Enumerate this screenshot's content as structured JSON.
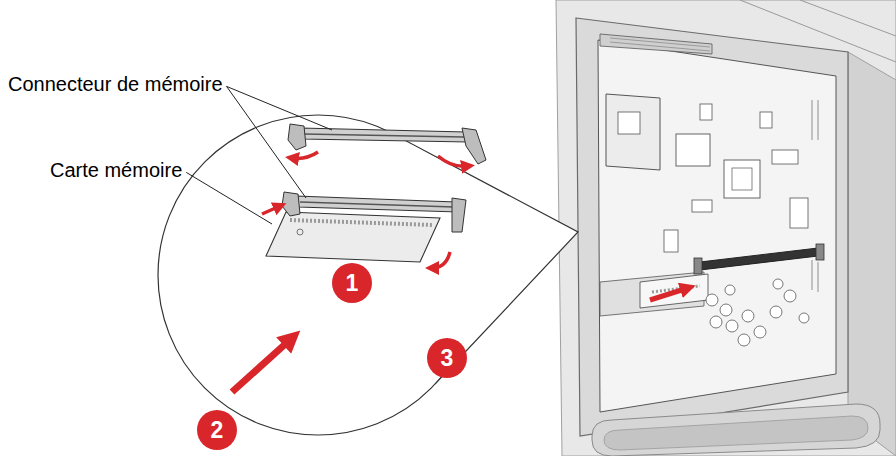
{
  "diagram": {
    "labels": [
      "Connecteur de mémoire",
      "Carte mémoire",
      "1",
      "2",
      "3"
    ]
  }
}
